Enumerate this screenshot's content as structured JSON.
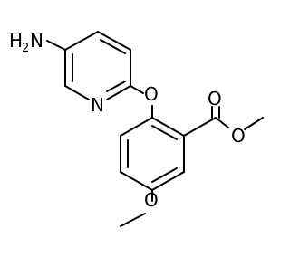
{
  "molecule": {
    "atoms": {
      "amine_H": "H",
      "amine_sub": "2",
      "amine_N": "N",
      "pyridine_N": "N",
      "ether_O": "O",
      "carbonyl_O": "O",
      "ester_O": "O",
      "methoxy_O": "O"
    }
  }
}
